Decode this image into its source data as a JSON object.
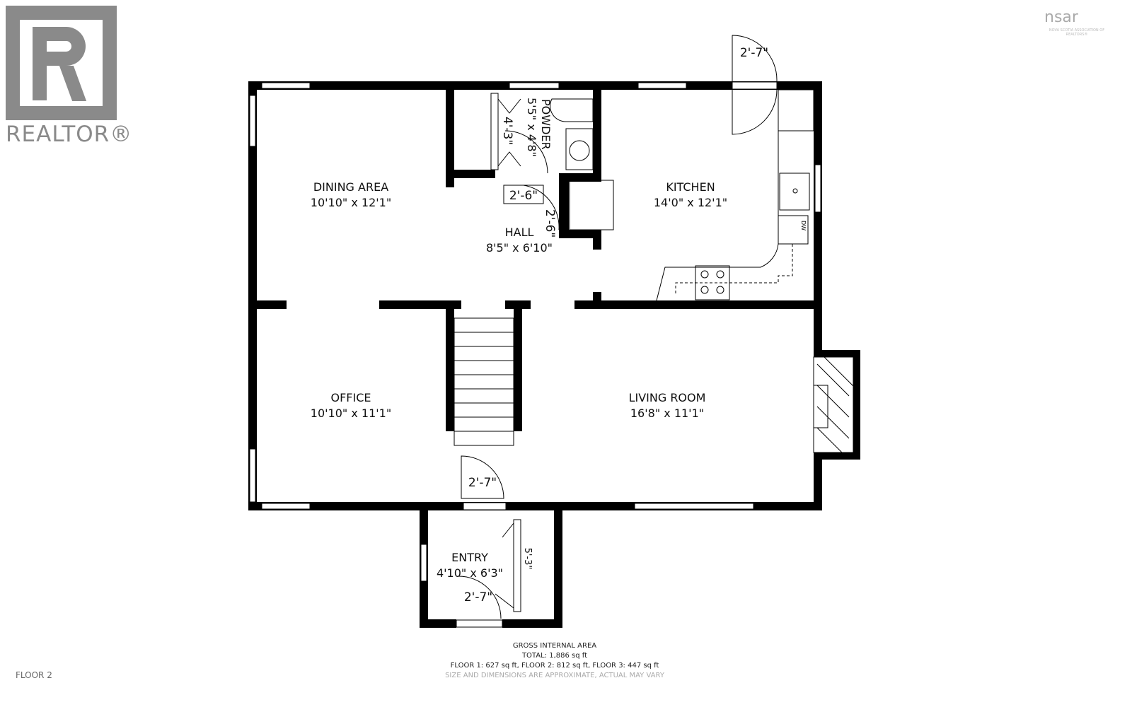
{
  "logos": {
    "realtor": "REALTOR®",
    "nsar": "nsar",
    "nsar_sub": "NOVA SCOTIA ASSOCIATION OF REALTORS®"
  },
  "rooms": [
    {
      "name": "DINING AREA",
      "size": "10'10\" x 12'1\""
    },
    {
      "name": "KITCHEN",
      "size": "14'0\" x 12'1\""
    },
    {
      "name": "HALL",
      "size": "8'5\" x 6'10\""
    },
    {
      "name": "OFFICE",
      "size": "10'10\" x 11'1\""
    },
    {
      "name": "LIVING ROOM",
      "size": "16'8\" x 11'1\""
    },
    {
      "name": "ENTRY",
      "size": "4'10\" x 6'3\""
    },
    {
      "name": "POWDER",
      "size": "5'5\" x 4'8\""
    }
  ],
  "door_dims": [
    "2'-7\"",
    "2'-7\"",
    "2'-7\"",
    "2'-6\"",
    "2'-6\"",
    "4'-3\"",
    "5'-3\""
  ],
  "kitchen_appliance": "DW",
  "footer": {
    "title": "GROSS INTERNAL AREA",
    "total": "TOTAL: 1,886 sq ft",
    "floors": "FLOOR 1: 627 sq ft, FLOOR 2: 812 sq ft, FLOOR 3: 447 sq ft",
    "disclaimer": "SIZE AND DIMENSIONS ARE APPROXIMATE, ACTUAL MAY VARY"
  },
  "floor_label": "FLOOR 2"
}
